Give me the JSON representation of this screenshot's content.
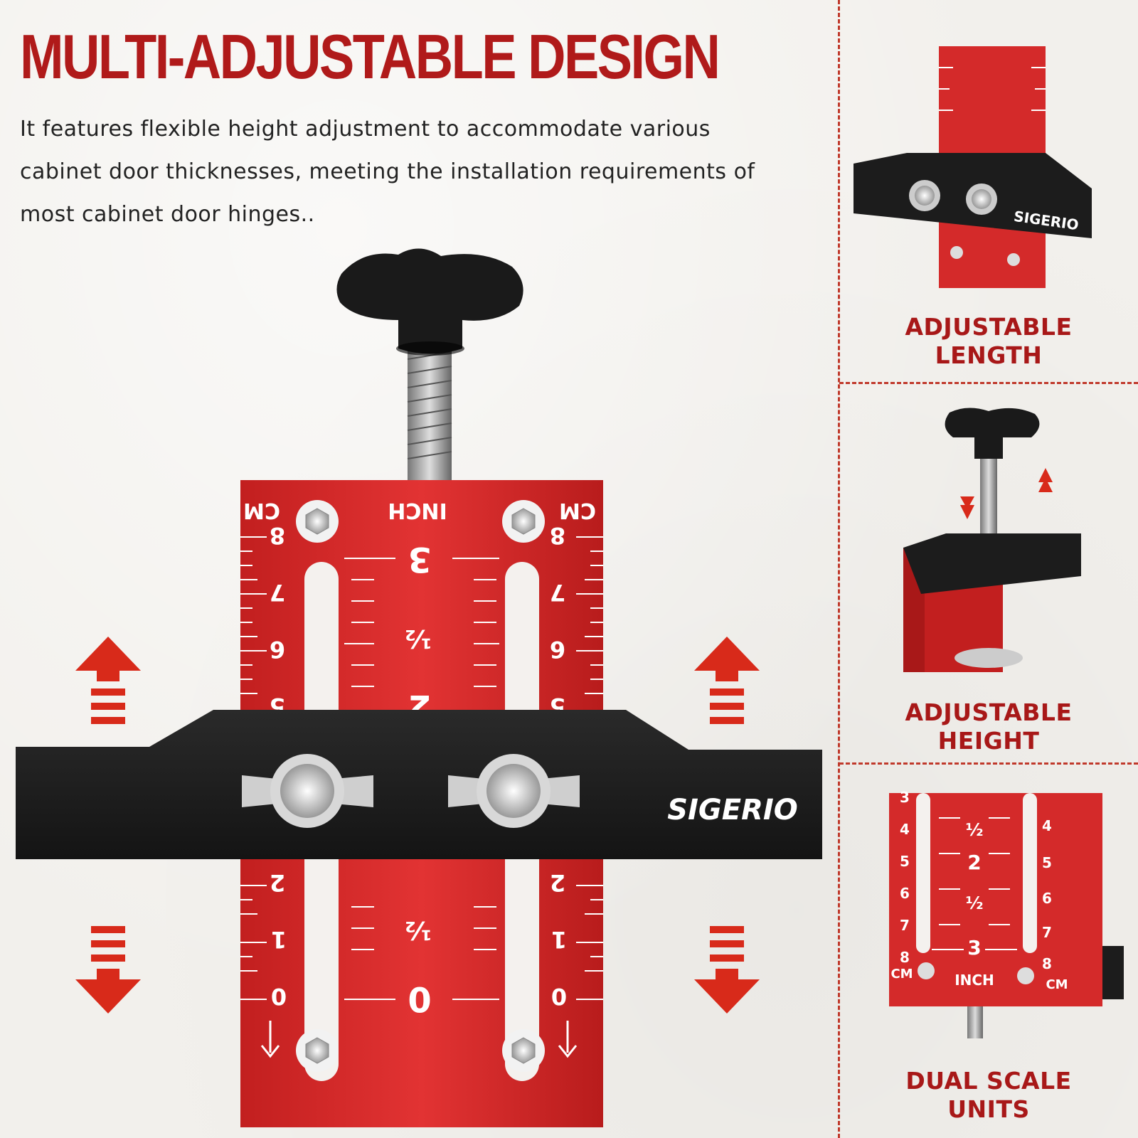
{
  "headline": "MULTI-ADJUSTABLE DESIGN",
  "description": "It features flexible height adjustment to accommodate various cabinet door thicknesses, meeting the installation requirements of most cabinet door hinges..",
  "brand": "SIGERIO",
  "scale_labels": {
    "cm": "CM",
    "inch": "INCH",
    "cm_top": [
      "8",
      "7",
      "6",
      "5"
    ],
    "cm_bottom": [
      "2",
      "1",
      "0"
    ],
    "inch_top": [
      "3",
      "½",
      "2"
    ],
    "inch_bottom": [
      "½",
      "0"
    ]
  },
  "features": [
    {
      "caption_line1": "ADJUSTABLE",
      "caption_line2": "LENGTH"
    },
    {
      "caption_line1": "ADJUSTABLE",
      "caption_line2": "HEIGHT"
    },
    {
      "caption_line1": "DUAL SCALE",
      "caption_line2": "UNITS"
    }
  ],
  "panel3_scale": {
    "cm_left": [
      "3",
      "4",
      "5",
      "6",
      "7",
      "8"
    ],
    "cm_right": [
      "4",
      "5",
      "6",
      "7",
      "8"
    ],
    "inch": [
      "½",
      "2",
      "½",
      "3"
    ]
  },
  "colors": {
    "accent": "#b01a1a",
    "metal_red": "#d42a2a",
    "black": "#1c1c1c"
  }
}
